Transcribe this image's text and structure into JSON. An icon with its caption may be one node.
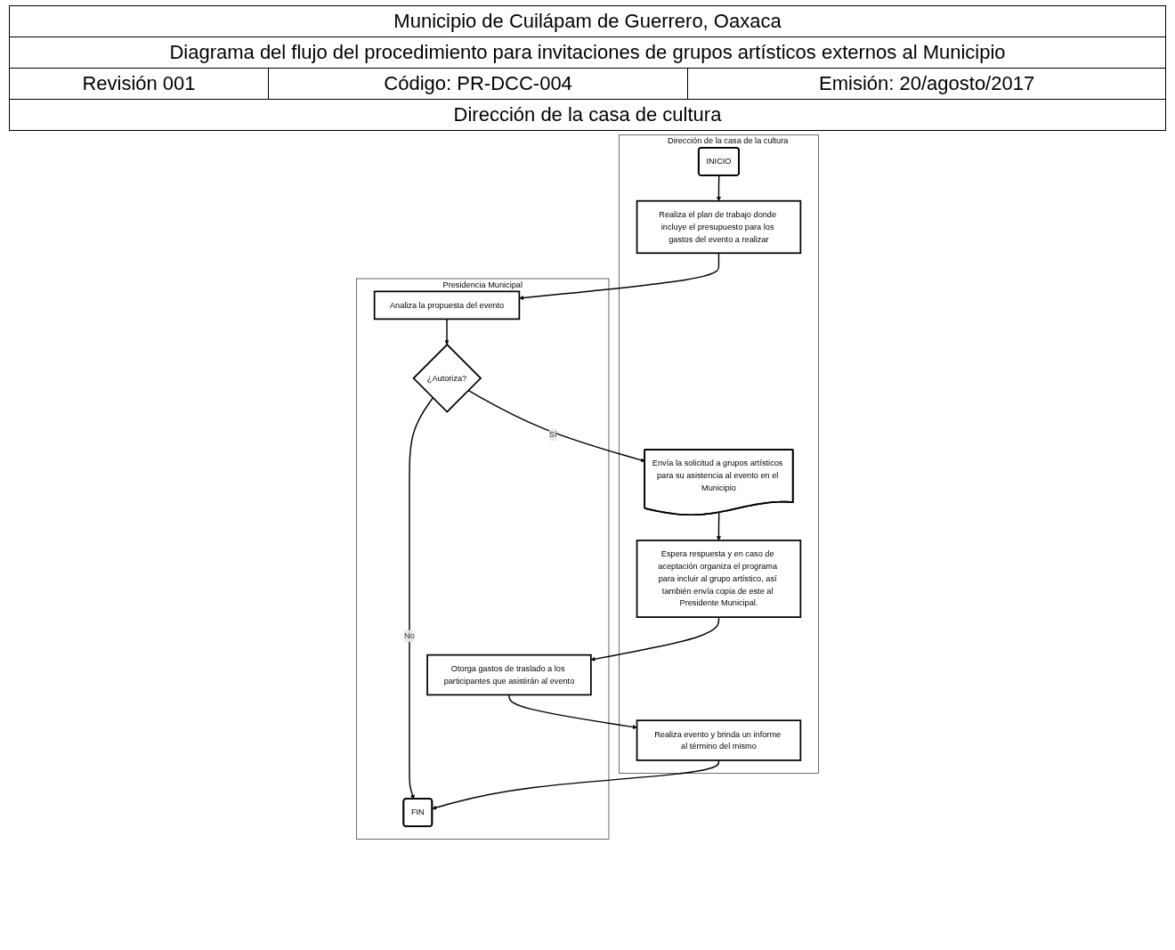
{
  "diagram": {
    "nodes": [
      {
        "text": [
          "Dirección de la casa de la cultura"
        ]
      },
      {
        "text": [
          "Presidencia Municipal"
        ]
      },
      {
        "text": [
          "INICIO"
        ],
        "in": 0
      },
      {
        "text": [
          "Realiza el plan de trabajo donde incluye el presupuesto para los gastos del evento a realizar"
        ],
        "in": 0
      },
      {
        "text": [
          "Analiza la propuesta del evento"
        ],
        "in": 1
      },
      {
        "text": [
          "¿Autoriza?"
        ],
        "in": 1
      },
      {
        "text": [
          "Envía la solicitud a grupos artísticos para su asistencia al evento en el Municipio"
        ],
        "in": 0
      },
      {
        "text": [
          "Espera respuesta y en caso de aceptación organiza el programa para incluir al grupo artístico, así también envía copia de este al Presidente Municipal."
        ],
        "in": 0
      },
      {
        "text": [
          "Otorga gastos de traslado a los participantes que asistirán al evento"
        ],
        "in": 1
      },
      {
        "text": [
          "Realiza evento y brinda un informe al término del mismo"
        ],
        "in": 0
      },
      {
        "text": [
          "FIN"
        ],
        "in": 1
      }
    ],
    "edges": [
      {
        "from": 2,
        "to": 3,
        "arrow": "to"
      },
      {
        "from": 3,
        "to": 4,
        "arrow": "to"
      },
      {
        "from": 4,
        "to": 5,
        "arrow": "to"
      },
      {
        "from": 5,
        "to": 6,
        "arrow": "to",
        "label": "Sí"
      },
      {
        "from": 5,
        "to": 10,
        "arrow": "to",
        "label": "No"
      },
      {
        "from": 6,
        "to": 7,
        "arrow": "to"
      },
      {
        "from": 7,
        "to": 8,
        "arrow": "to"
      },
      {
        "from": 8,
        "to": 9,
        "arrow": "to"
      },
      {
        "from": 9,
        "to": 10,
        "arrow": "to"
      }
    ],
    "labels": [
      "Municipio de Cuilápam de Guerrero, Oaxaca",
      "Diagrama del flujo del procedimiento para invitaciones de grupos artísticos externos al Municipio",
      "Revisión 001",
      "Código: PR-DCC-004",
      "Emisión: 20/agosto/2017",
      "Dirección de la casa de cultura"
    ]
  }
}
